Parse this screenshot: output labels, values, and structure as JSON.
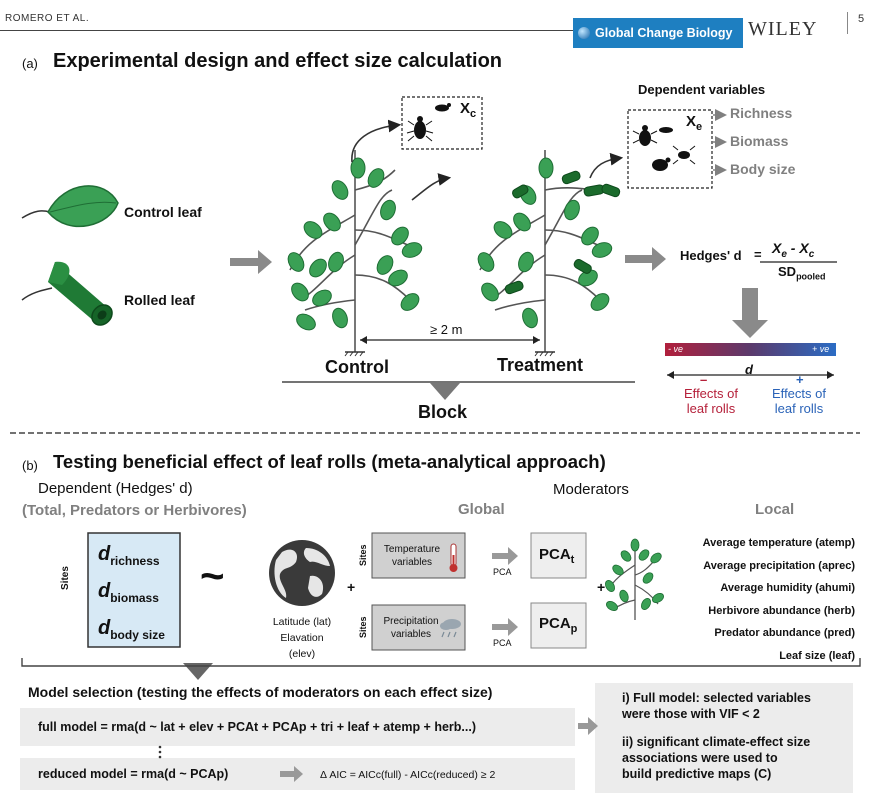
{
  "header": {
    "author": "ROMERO ET AL.",
    "journal": "Global Change Biology",
    "publisher": "WILEY",
    "page": "5"
  },
  "panel_a": {
    "letter": "(a)",
    "title": "Experimental design and effect size calculation",
    "control_leaf": "Control leaf",
    "rolled_leaf": "Rolled leaf",
    "xc_base": "X",
    "xc_sub": "c",
    "xe_base": "X",
    "xe_sub": "e",
    "dependent_title": "Dependent variables",
    "dependent_vars": [
      "Richness",
      "Biomass",
      "Body size"
    ],
    "distance": "≥ 2 m",
    "control": "Control",
    "treatment": "Treatment",
    "block": "Block",
    "hedges_label": "Hedges' d",
    "formula_num": "X",
    "formula_num_sub_e": "e",
    "formula_minus": " - ",
    "formula_num_sub_c": "c",
    "formula_den": "SD",
    "formula_den_sub": "pooled",
    "gradient_neg": "- ve",
    "gradient_pos": "+ ve",
    "d_axis": "d",
    "neg_sign": "–",
    "neg_label_1": "Effects of",
    "neg_label_2": "leaf rolls",
    "pos_sign": "+",
    "pos_label_1": "Effects of",
    "pos_label_2": "leaf rolls"
  },
  "panel_b": {
    "letter": "(b)",
    "title": "Testing beneficial effect of leaf rolls (meta-analytical approach)",
    "dependent_line1": "Dependent (Hedges' d)",
    "dependent_line2": "(Total, Predators or Herbivores)",
    "moderators": "Moderators",
    "global": "Global",
    "local": "Local",
    "sites": "Sites",
    "d_rows": [
      {
        "base": "d",
        "sub": "richness"
      },
      {
        "base": "d",
        "sub": "biomass"
      },
      {
        "base": "d",
        "sub": "body size"
      }
    ],
    "tilde": "~",
    "globe_label_1": "Latitude (lat)",
    "globe_label_2": "Elavation (elev)",
    "plus": "+",
    "temp_box_1": "Temperature",
    "temp_box_2": "variables",
    "precip_box_1": "Precipitation",
    "precip_box_2": "variables",
    "pca": "PCA",
    "pca_t": "PCA",
    "pca_t_sub": "t",
    "pca_p": "PCA",
    "pca_p_sub": "p",
    "local_vars": [
      "Average temperature (atemp)",
      "Average precipitation (aprec)",
      "Average humidity (ahumi)",
      "Herbivore abundance (herb)",
      "Predator abundance (pred)",
      "Leaf size (leaf)"
    ],
    "model_selection_title": "Model selection (testing the effects of moderators on each effect size)",
    "full_model": "full model  = rma(d ~ lat + elev + PCAt + PCAp + tri + leaf + atemp + herb...)",
    "reduced_model": "reduced model = rma(d ~ PCAp)",
    "aic_text": "Δ AIC = AICc(full)  - AICc(reduced)  ≥ 2",
    "result_1a": "i) Full model: selected variables",
    "result_1b": "were those with VIF < 2",
    "result_2a": "ii) significant climate-effect size",
    "result_2b": "associations were used to",
    "result_2c": "build predictive maps (C)"
  },
  "colors": {
    "leaf_green": "#3aa055",
    "rolled_green": "#1b6b2c",
    "journal_blue": "#1e7fc1",
    "neg_red": "#b5203a",
    "pos_blue": "#2a63b8",
    "box_blue": "#d7e9f5"
  }
}
